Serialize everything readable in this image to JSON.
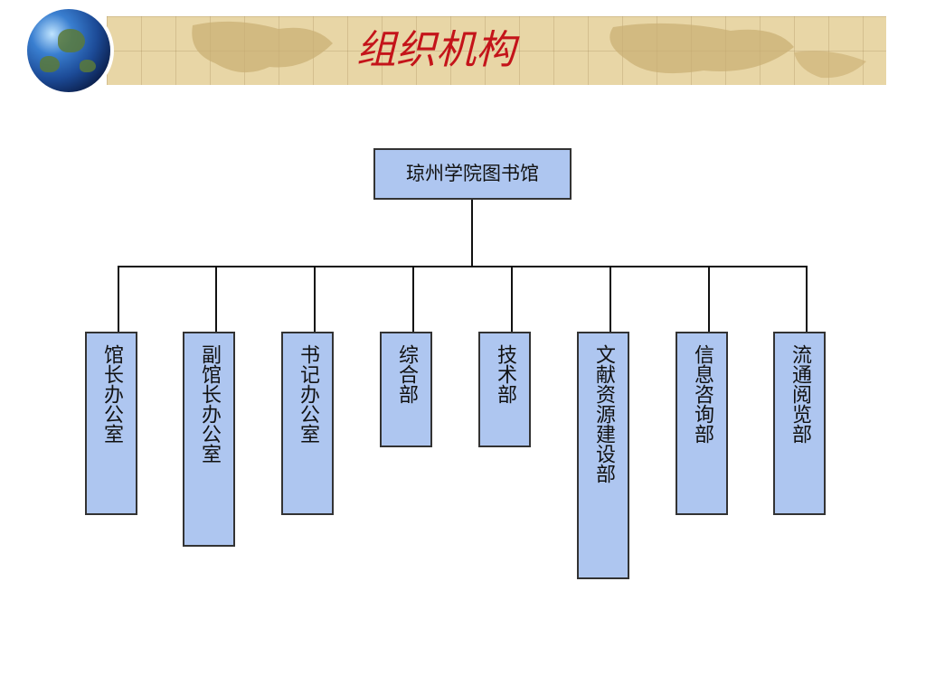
{
  "header": {
    "title": "组织机构"
  },
  "org_chart": {
    "root": "琼州学院图书馆",
    "departments": [
      "馆长办公室",
      "副馆长办公室",
      "书记办公室",
      "综合部",
      "技术部",
      "文献资源建设部",
      "信息咨询部",
      "流通阅览部"
    ]
  },
  "colors": {
    "node_fill": "#aec6f0",
    "title": "#c4141a",
    "banner": "#e8d6a6"
  }
}
